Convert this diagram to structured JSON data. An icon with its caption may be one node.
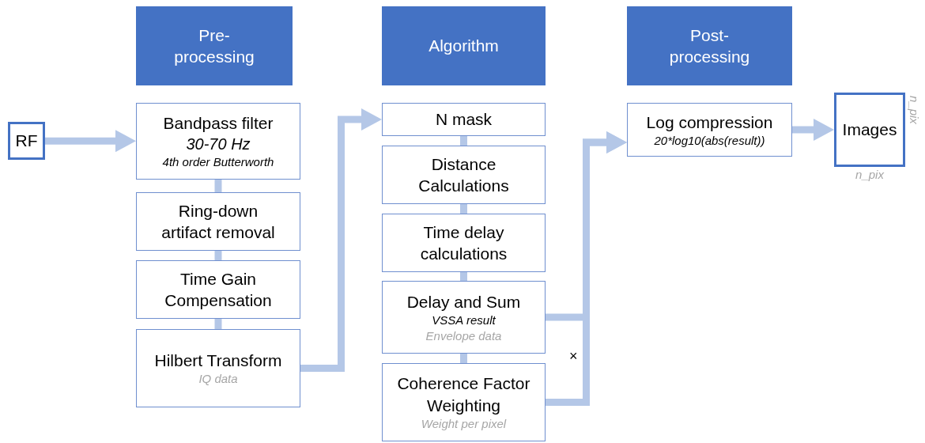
{
  "diagram": {
    "nodes": [
      {
        "text": [
          "Pre-processing"
        ]
      },
      {
        "text": [
          "Algorithm"
        ]
      },
      {
        "text": [
          "Post-processing"
        ]
      },
      {
        "text": [
          "RF"
        ]
      },
      {
        "text": [
          "Bandpass filter",
          "30-70 Hz",
          "4th order Butterworth"
        ]
      },
      {
        "text": [
          "Ring-down artifact removal"
        ]
      },
      {
        "text": [
          "Time Gain Compensation"
        ]
      },
      {
        "text": [
          "Hilbert Transform",
          "IQ data"
        ]
      },
      {
        "text": [
          "N mask"
        ]
      },
      {
        "text": [
          "Distance Calculations"
        ]
      },
      {
        "text": [
          "Time delay calculations"
        ]
      },
      {
        "text": [
          "Delay and Sum",
          "VSSA result",
          "Envelope data"
        ]
      },
      {
        "text": [
          "Coherence Factor Weighting",
          "Weight per pixel"
        ]
      },
      {
        "text": [
          "Log compression",
          "20*log10(abs(result))"
        ]
      },
      {
        "text": [
          "Images"
        ],
        "beside": [
          "n_pix",
          "n_pix"
        ]
      }
    ],
    "edges": [
      {
        "from": 3,
        "to": 4,
        "arrow": "to"
      },
      {
        "from": 4,
        "to": 5,
        "arrow": "none"
      },
      {
        "from": 5,
        "to": 6,
        "arrow": "none"
      },
      {
        "from": 6,
        "to": 7,
        "arrow": "none"
      },
      {
        "from": 7,
        "to": 8,
        "arrow": "to"
      },
      {
        "from": 8,
        "to": 9,
        "arrow": "none"
      },
      {
        "from": 9,
        "to": 10,
        "arrow": "none"
      },
      {
        "from": 10,
        "to": 11,
        "arrow": "none"
      },
      {
        "from": 11,
        "to": 12,
        "arrow": "none"
      },
      {
        "from": 11,
        "to": 13,
        "arrow": "to"
      },
      {
        "from": 12,
        "to": 13,
        "arrow": "to"
      },
      {
        "from": 13,
        "to": 14,
        "arrow": "to"
      }
    ],
    "labels": [
      "×"
    ]
  }
}
